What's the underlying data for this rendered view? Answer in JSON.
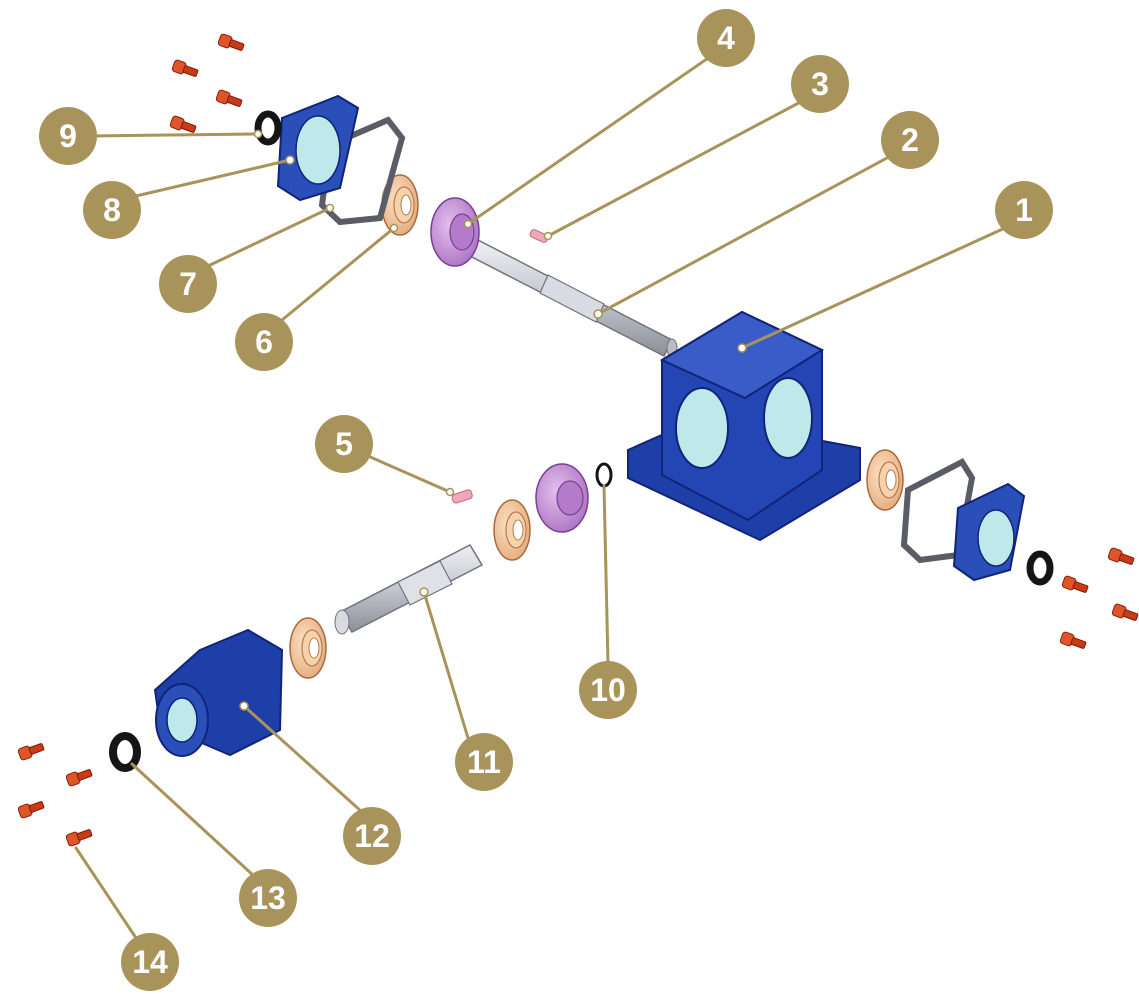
{
  "diagram": {
    "type": "exploded-assembly",
    "colors": {
      "callout": "#a8945a",
      "housing": "#1f3fa8",
      "housing_dark": "#10247a",
      "window": "#bfe8ea",
      "shaft": "#c9cbd3",
      "gear": "#c48fd6",
      "bearing": "#f2c39a",
      "gasket": "#7d808a",
      "seal": "#151515",
      "bolt": "#d8431e",
      "key": "#f0a7b6"
    },
    "callouts": [
      {
        "id": "1",
        "label": "1"
      },
      {
        "id": "2",
        "label": "2"
      },
      {
        "id": "3",
        "label": "3"
      },
      {
        "id": "4",
        "label": "4"
      },
      {
        "id": "5",
        "label": "5"
      },
      {
        "id": "6",
        "label": "6"
      },
      {
        "id": "7",
        "label": "7"
      },
      {
        "id": "8",
        "label": "8"
      },
      {
        "id": "9",
        "label": "9"
      },
      {
        "id": "10",
        "label": "10"
      },
      {
        "id": "11",
        "label": "11"
      },
      {
        "id": "12",
        "label": "12"
      },
      {
        "id": "13",
        "label": "13"
      },
      {
        "id": "14",
        "label": "14"
      }
    ]
  }
}
